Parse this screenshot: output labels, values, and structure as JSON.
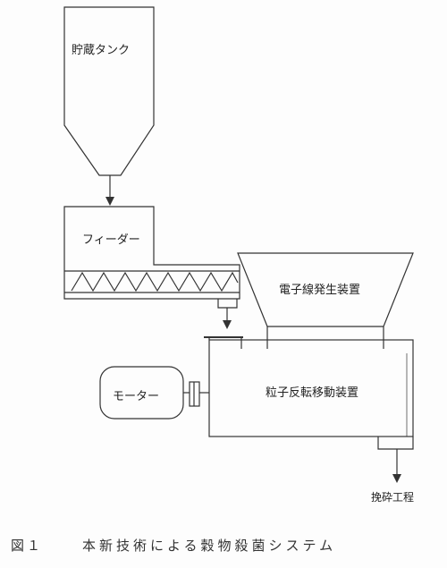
{
  "labels": {
    "storage_tank": "貯蔵タンク",
    "feeder": "フィーダー",
    "electron_beam_generator": "電子線発生装置",
    "particle_rotation_device": "粒子反転移動装置",
    "motor": "モーター",
    "crushing_process": "挽砕工程"
  },
  "caption": {
    "figure_number": "図１",
    "title": "本新技術による穀物殺菌システム"
  }
}
